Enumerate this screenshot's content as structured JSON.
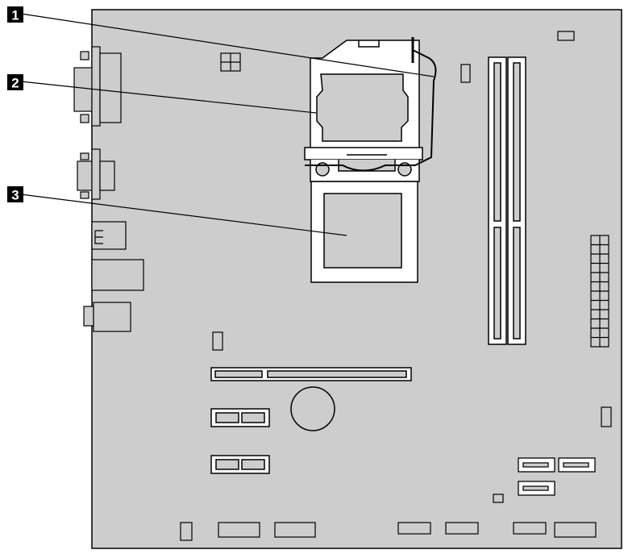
{
  "callouts": [
    {
      "label": "1",
      "target": "cpu-retaining-lever"
    },
    {
      "label": "2",
      "target": "cpu-retainer-frame"
    },
    {
      "label": "3",
      "target": "microprocessor"
    }
  ],
  "colors": {
    "board_fill": "#cdcdcd",
    "stroke": "#000000",
    "socket_fill": "#ffffff",
    "callout_bg": "#000000",
    "callout_text": "#ffffff"
  }
}
